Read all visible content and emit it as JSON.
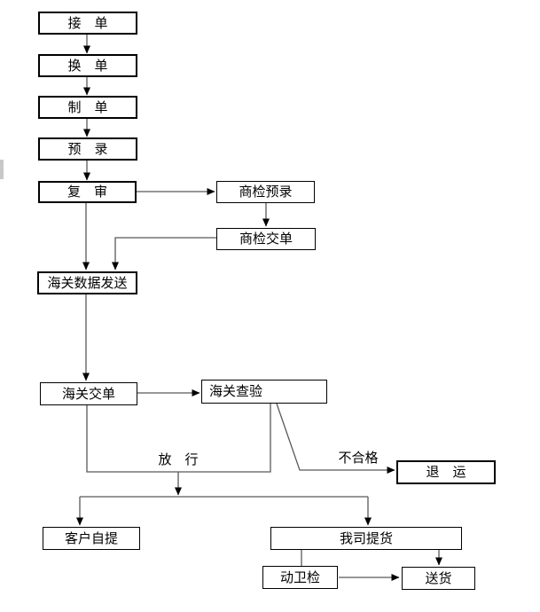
{
  "diagram": {
    "type": "flowchart",
    "language": "zh-CN",
    "nodes": {
      "receive_order": {
        "label": "接　单"
      },
      "exchange_order": {
        "label": "换　单"
      },
      "make_docs": {
        "label": "制　单"
      },
      "pre_entry": {
        "label": "预　录"
      },
      "review": {
        "label": "复　审"
      },
      "ciq_pre_entry": {
        "label": "商检预录"
      },
      "ciq_submit": {
        "label": "商检交单"
      },
      "customs_data_send": {
        "label": "海关数据发送"
      },
      "customs_submit": {
        "label": "海关交单"
      },
      "customs_inspection": {
        "label": "海关查验"
      },
      "return_shipment": {
        "label": "退　运"
      },
      "customer_self_pickup": {
        "label": "客户自提"
      },
      "company_pickup": {
        "label": "我司提货"
      },
      "animal_health_inspection": {
        "label": "动卫检"
      },
      "delivery": {
        "label": "送货"
      }
    },
    "edge_labels": {
      "release": "放　行",
      "unqualified": "不合格"
    },
    "colors": {
      "background": "#ffffff",
      "box_border": "#000000",
      "connector": "#595959",
      "arrowhead": "#000000",
      "scrollbar_artifact": "#c8c8c8"
    }
  }
}
